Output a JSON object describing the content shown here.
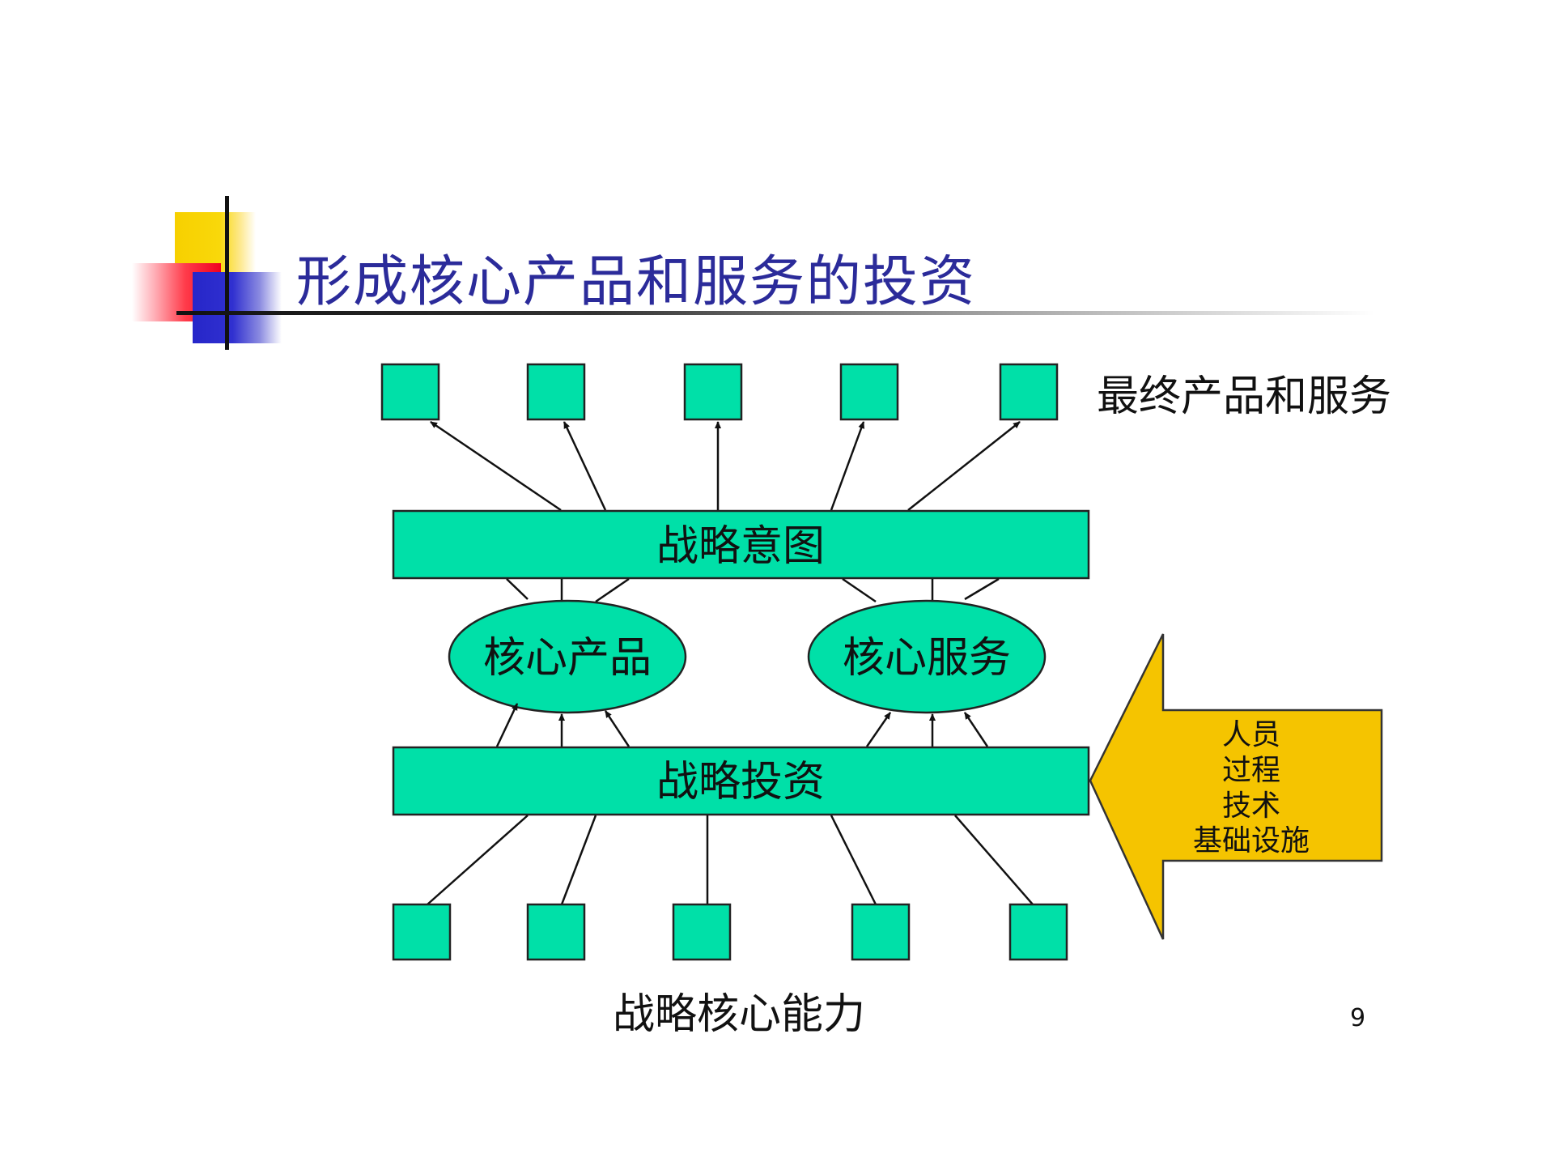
{
  "slide": {
    "title": "形成核心产品和服务的投资",
    "page_number": "9"
  },
  "diagram": {
    "top_label": "最终产品和服务",
    "bottom_label": "战略核心能力",
    "strategic_intent_label": "战略意图",
    "strategic_investment_label": "战略投资",
    "core_product_label": "核心产品",
    "core_service_label": "核心服务",
    "input_arrow_items": [
      "人员",
      "过程",
      "技术",
      "基础设施"
    ],
    "top_box_count": 5,
    "bottom_box_count": 5,
    "colors": {
      "box_fill": "#00e0a8",
      "arrow_fill": "#f5c400",
      "title_color": "#2b2b9a"
    }
  }
}
